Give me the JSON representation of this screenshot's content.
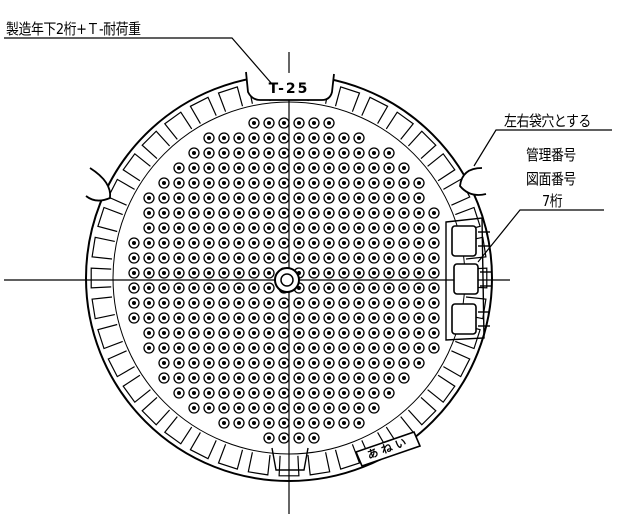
{
  "labels": {
    "top": "製造年下2桁+Ｔ-耐荷重",
    "side_slot": "左右袋穴とする",
    "mgmt_no": "管理番号",
    "drawing_no": "図面番号",
    "digits": "7桁"
  },
  "cover": {
    "load_mark": "T-25",
    "bottom_marks": "あ ね い"
  },
  "colors": {
    "line": "#000000",
    "background": "#ffffff"
  }
}
